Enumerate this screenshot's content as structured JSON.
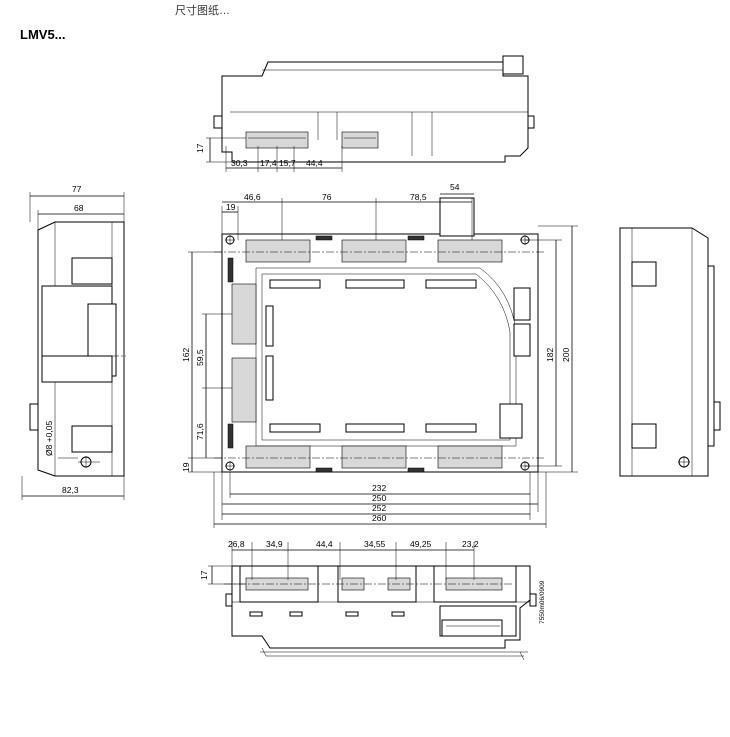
{
  "header": {
    "fragment": "尺寸图纸…",
    "model": "LMV5..."
  },
  "drawing_code": "7550m06/0909",
  "dims": {
    "top": {
      "h": "17",
      "a": "30,3",
      "b": "17,4",
      "c": "15,7",
      "d": "44,4"
    },
    "left": {
      "w77": "77",
      "w68": "68",
      "w823": "82,3",
      "bore": "Ø8 +0,05"
    },
    "front": {
      "d19a": "19",
      "d466": "46,6",
      "d76": "76",
      "d785": "78,5",
      "d54": "54",
      "d162": "162",
      "d595": "59,5",
      "d716": "71,6",
      "d19b": "19",
      "d182": "182",
      "d200": "200",
      "d232": "232",
      "d250": "250",
      "d252": "252",
      "d260": "260"
    },
    "bottom": {
      "h": "17",
      "a": "26,8",
      "b": "34,9",
      "c": "44,4",
      "d": "34,55",
      "e": "49,25",
      "f": "23,2"
    }
  }
}
